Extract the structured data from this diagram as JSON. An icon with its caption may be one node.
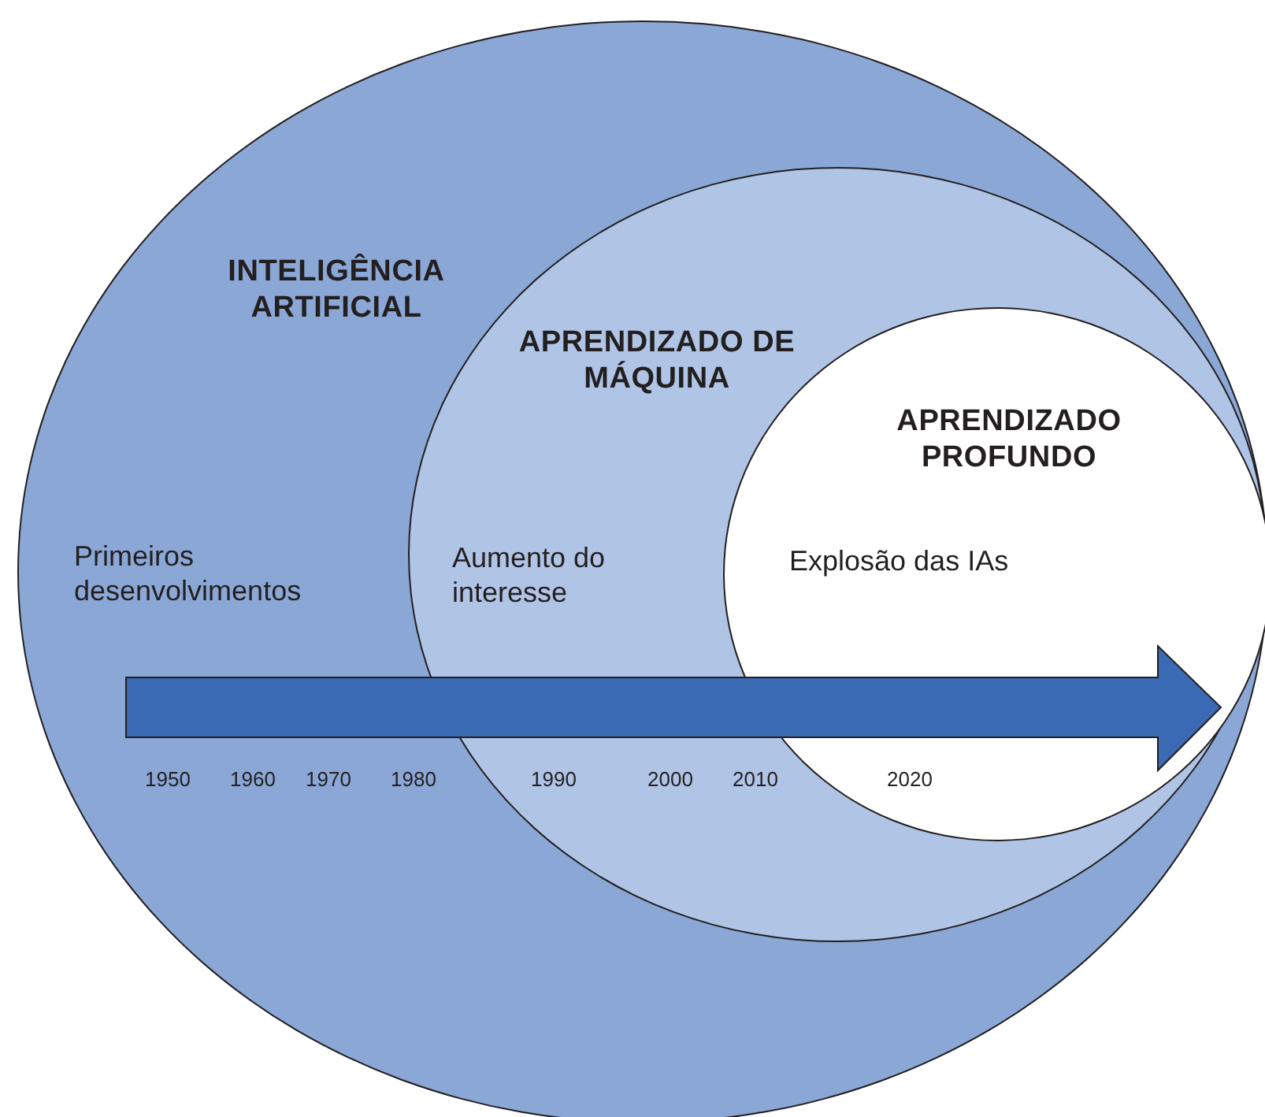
{
  "diagram": {
    "nodes": [
      {
        "text": [
          "INTELIGÊNCIA ARTIFICIAL",
          "Primeiros desenvolvimentos"
        ]
      },
      {
        "text": [
          "APRENDIZADO DE MÁQUINA",
          "Aumento do interesse"
        ],
        "in": 0
      },
      {
        "text": [
          "APRENDIZADO PROFUNDO",
          "Explosão das IAs"
        ],
        "in": 1
      }
    ],
    "labels": [
      "1950",
      "1960",
      "1970",
      "1980",
      "1990",
      "2000",
      "2010",
      "2020"
    ]
  }
}
